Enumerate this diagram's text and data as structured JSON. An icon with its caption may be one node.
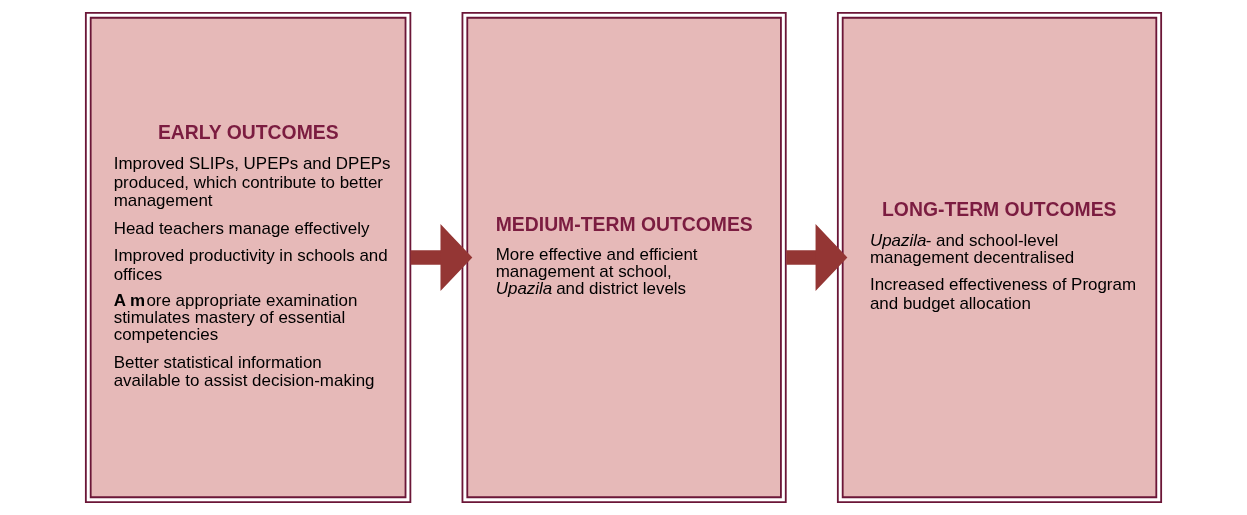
{
  "diagram": {
    "nodes": [
      {
        "text": [
          "EARLY OUTCOMES",
          "Improved SLIPs, UPEPs and DPEPs produced, which contribute to better management",
          "Head teachers manage effectively",
          "Improved productivity in schools and offices",
          "**A m**ore appropriate examination stimulates mastery of essential competencies",
          "Better statistical information available to assist decision-making"
        ]
      },
      {
        "text": [
          "MEDIUM-TERM OUTCOMES",
          "More effective and efficient management at school, *Upazila* and district levels"
        ]
      },
      {
        "text": [
          "LONG-TERM OUTCOMES",
          "*Upazila*- and school-level management decentralised",
          "Increased effectiveness of Program and budget allocation"
        ]
      }
    ],
    "edges": [
      {
        "from": 0,
        "to": 1,
        "arrow": "to"
      },
      {
        "from": 1,
        "to": 2,
        "arrow": "to"
      }
    ]
  }
}
